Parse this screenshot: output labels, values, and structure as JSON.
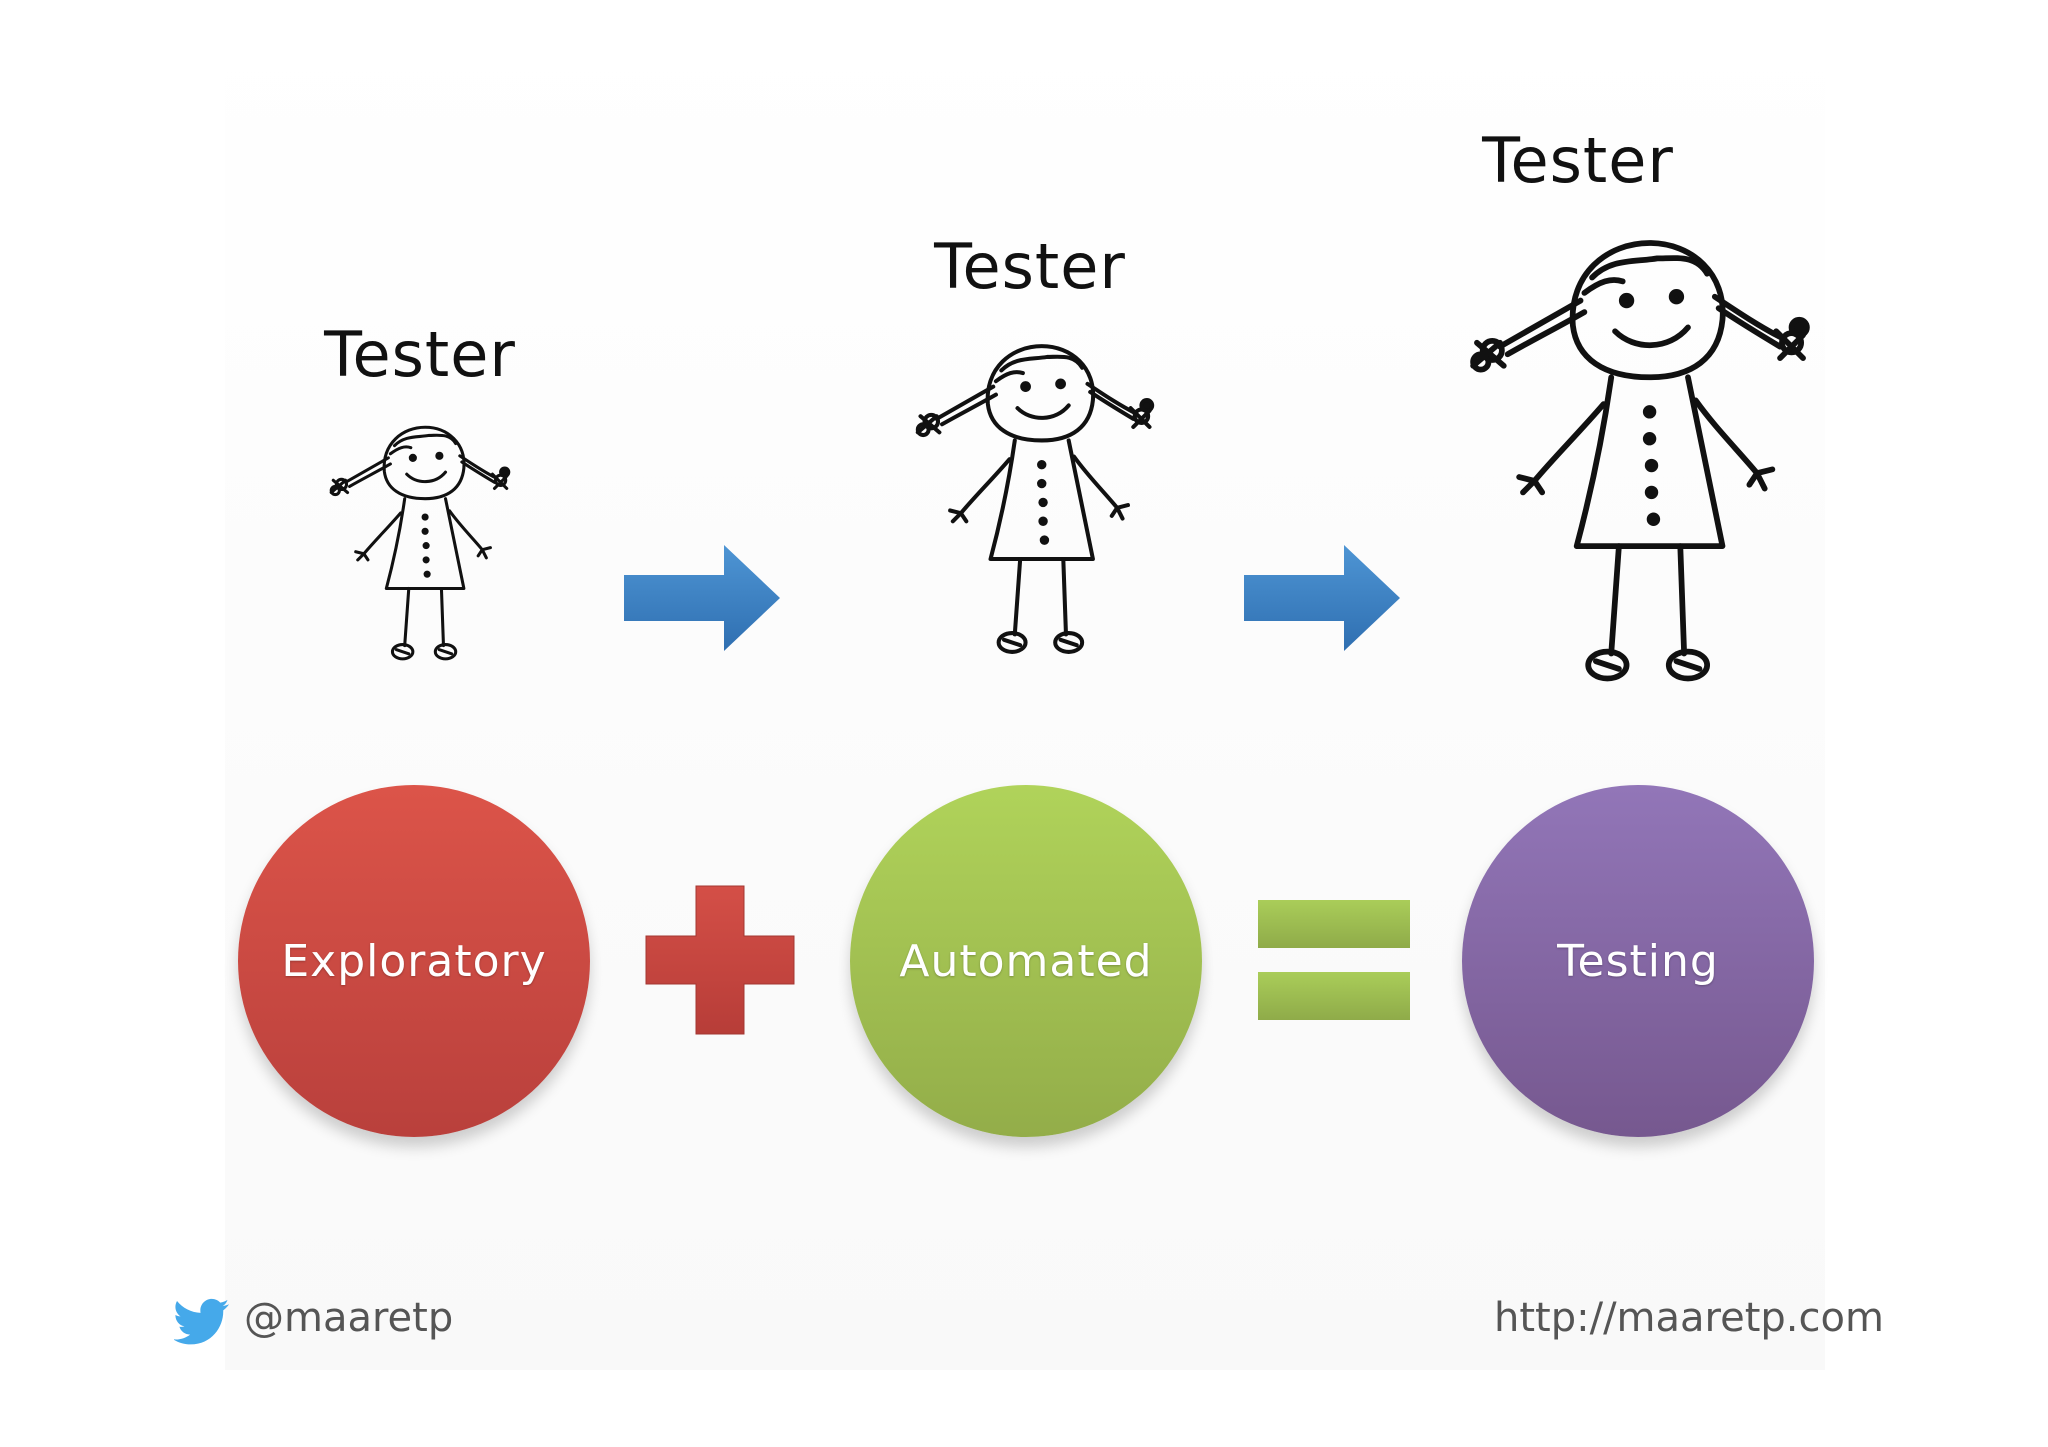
{
  "growth_row": {
    "labels": [
      "Tester",
      "Tester",
      "Tester"
    ]
  },
  "equation": {
    "terms": [
      "Exploratory",
      "Automated",
      "Testing"
    ],
    "colors": {
      "exploratory": "#c94843",
      "automated": "#a2c253",
      "testing": "#8366a6",
      "arrow": "#3f86c8"
    }
  },
  "footer": {
    "twitter_handle": "@maaretp",
    "url": "http://maaretp.com",
    "icon": "twitter-bird-icon"
  }
}
